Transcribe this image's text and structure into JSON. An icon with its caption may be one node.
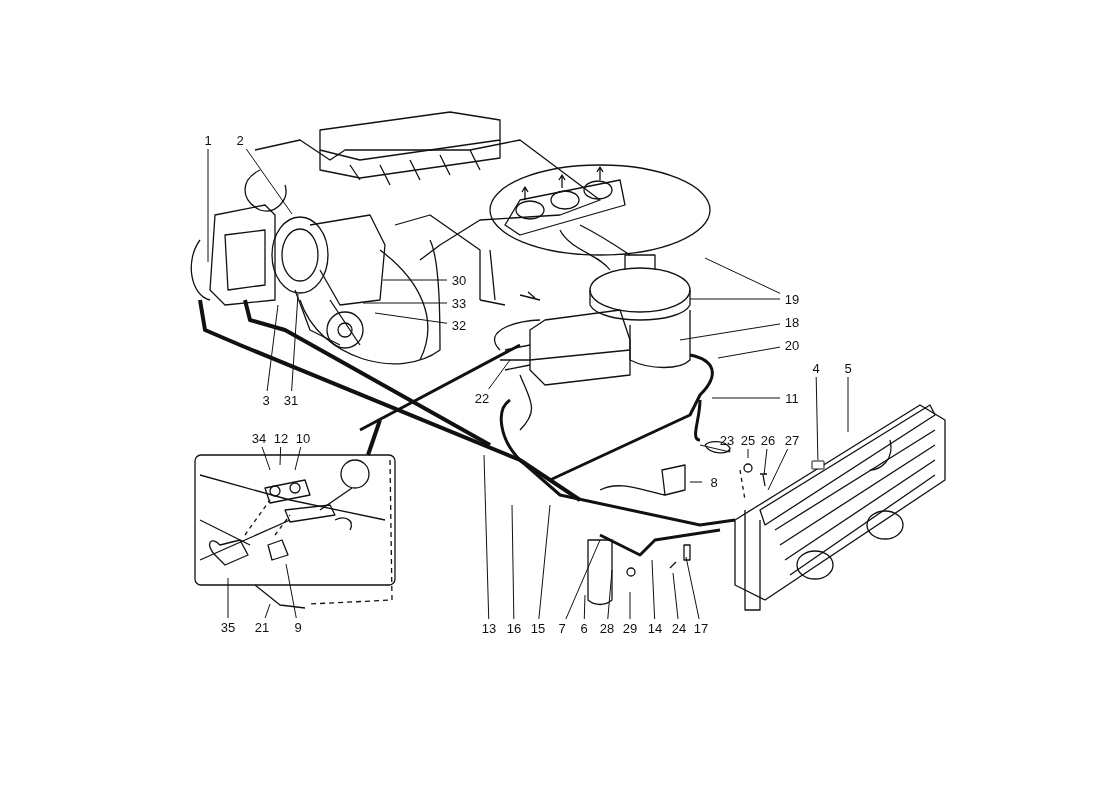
{
  "diagram": {
    "nodes": [
      {
        "text": [
          "1"
        ]
      },
      {
        "text": [
          "2"
        ]
      },
      {
        "text": [
          "30"
        ]
      },
      {
        "text": [
          "33"
        ]
      },
      {
        "text": [
          "32"
        ]
      },
      {
        "text": [
          "19"
        ]
      },
      {
        "text": [
          "18"
        ]
      },
      {
        "text": [
          "20"
        ]
      },
      {
        "text": [
          "3"
        ]
      },
      {
        "text": [
          "31"
        ]
      },
      {
        "text": [
          "22"
        ]
      },
      {
        "text": [
          "11"
        ]
      },
      {
        "text": [
          "4"
        ]
      },
      {
        "text": [
          "5"
        ]
      },
      {
        "text": [
          "34"
        ]
      },
      {
        "text": [
          "12"
        ]
      },
      {
        "text": [
          "10"
        ]
      },
      {
        "text": [
          "23"
        ]
      },
      {
        "text": [
          "25"
        ]
      },
      {
        "text": [
          "26"
        ]
      },
      {
        "text": [
          "27"
        ]
      },
      {
        "text": [
          "8"
        ]
      },
      {
        "text": [
          "35"
        ]
      },
      {
        "text": [
          "21"
        ]
      },
      {
        "text": [
          "9"
        ]
      },
      {
        "text": [
          "13"
        ]
      },
      {
        "text": [
          "16"
        ]
      },
      {
        "text": [
          "15"
        ]
      },
      {
        "text": [
          "7"
        ]
      },
      {
        "text": [
          "6"
        ]
      },
      {
        "text": [
          "28"
        ]
      },
      {
        "text": [
          "29"
        ]
      },
      {
        "text": [
          "14"
        ]
      },
      {
        "text": [
          "24"
        ]
      },
      {
        "text": [
          "17"
        ]
      },
      {
        "text": [],
        "shape": "box"
      }
    ],
    "edges": [
      {
        "from": 0,
        "to": null,
        "arrow": "none"
      },
      {
        "from": 1,
        "to": null,
        "arrow": "none"
      },
      {
        "from": 2,
        "to": null,
        "arrow": "none"
      },
      {
        "from": 3,
        "to": null,
        "arrow": "none"
      },
      {
        "from": 4,
        "to": null,
        "arrow": "none"
      },
      {
        "from": 5,
        "to": null,
        "arrow": "none"
      },
      {
        "from": 5,
        "to": null,
        "arrow": "none"
      },
      {
        "from": 6,
        "to": null,
        "arrow": "none"
      },
      {
        "from": 7,
        "to": null,
        "arrow": "none"
      },
      {
        "from": 8,
        "to": null,
        "arrow": "none"
      },
      {
        "from": 9,
        "to": null,
        "arrow": "none"
      },
      {
        "from": 10,
        "to": null,
        "arrow": "none"
      },
      {
        "from": 11,
        "to": null,
        "arrow": "none"
      },
      {
        "from": 12,
        "to": 35,
        "arrow": "none"
      },
      {
        "from": 13,
        "to": null,
        "arrow": "none"
      },
      {
        "from": 14,
        "to": null,
        "arrow": "none"
      },
      {
        "from": 15,
        "to": null,
        "arrow": "none"
      },
      {
        "from": 16,
        "to": null,
        "arrow": "none"
      },
      {
        "from": 17,
        "to": null,
        "arrow": "none"
      },
      {
        "from": 18,
        "to": null,
        "arrow": "none"
      },
      {
        "from": 19,
        "to": null,
        "arrow": "none"
      },
      {
        "from": 20,
        "to": null,
        "arrow": "none"
      },
      {
        "from": 21,
        "to": null,
        "arrow": "none"
      },
      {
        "from": 22,
        "to": null,
        "arrow": "none"
      },
      {
        "from": 23,
        "to": null,
        "arrow": "none"
      },
      {
        "from": 24,
        "to": null,
        "arrow": "none"
      },
      {
        "from": 25,
        "to": null,
        "arrow": "none"
      },
      {
        "from": 26,
        "to": null,
        "arrow": "none"
      },
      {
        "from": 27,
        "to": null,
        "arrow": "none"
      },
      {
        "from": 28,
        "to": null,
        "arrow": "none"
      },
      {
        "from": 29,
        "to": null,
        "arrow": "none"
      },
      {
        "from": 30,
        "to": null,
        "arrow": "none"
      },
      {
        "from": 31,
        "to": null,
        "arrow": "none"
      },
      {
        "from": 32,
        "to": null,
        "arrow": "none"
      },
      {
        "from": 33,
        "to": null,
        "arrow": "none"
      },
      {
        "from": 34,
        "to": null,
        "arrow": "none"
      }
    ]
  }
}
